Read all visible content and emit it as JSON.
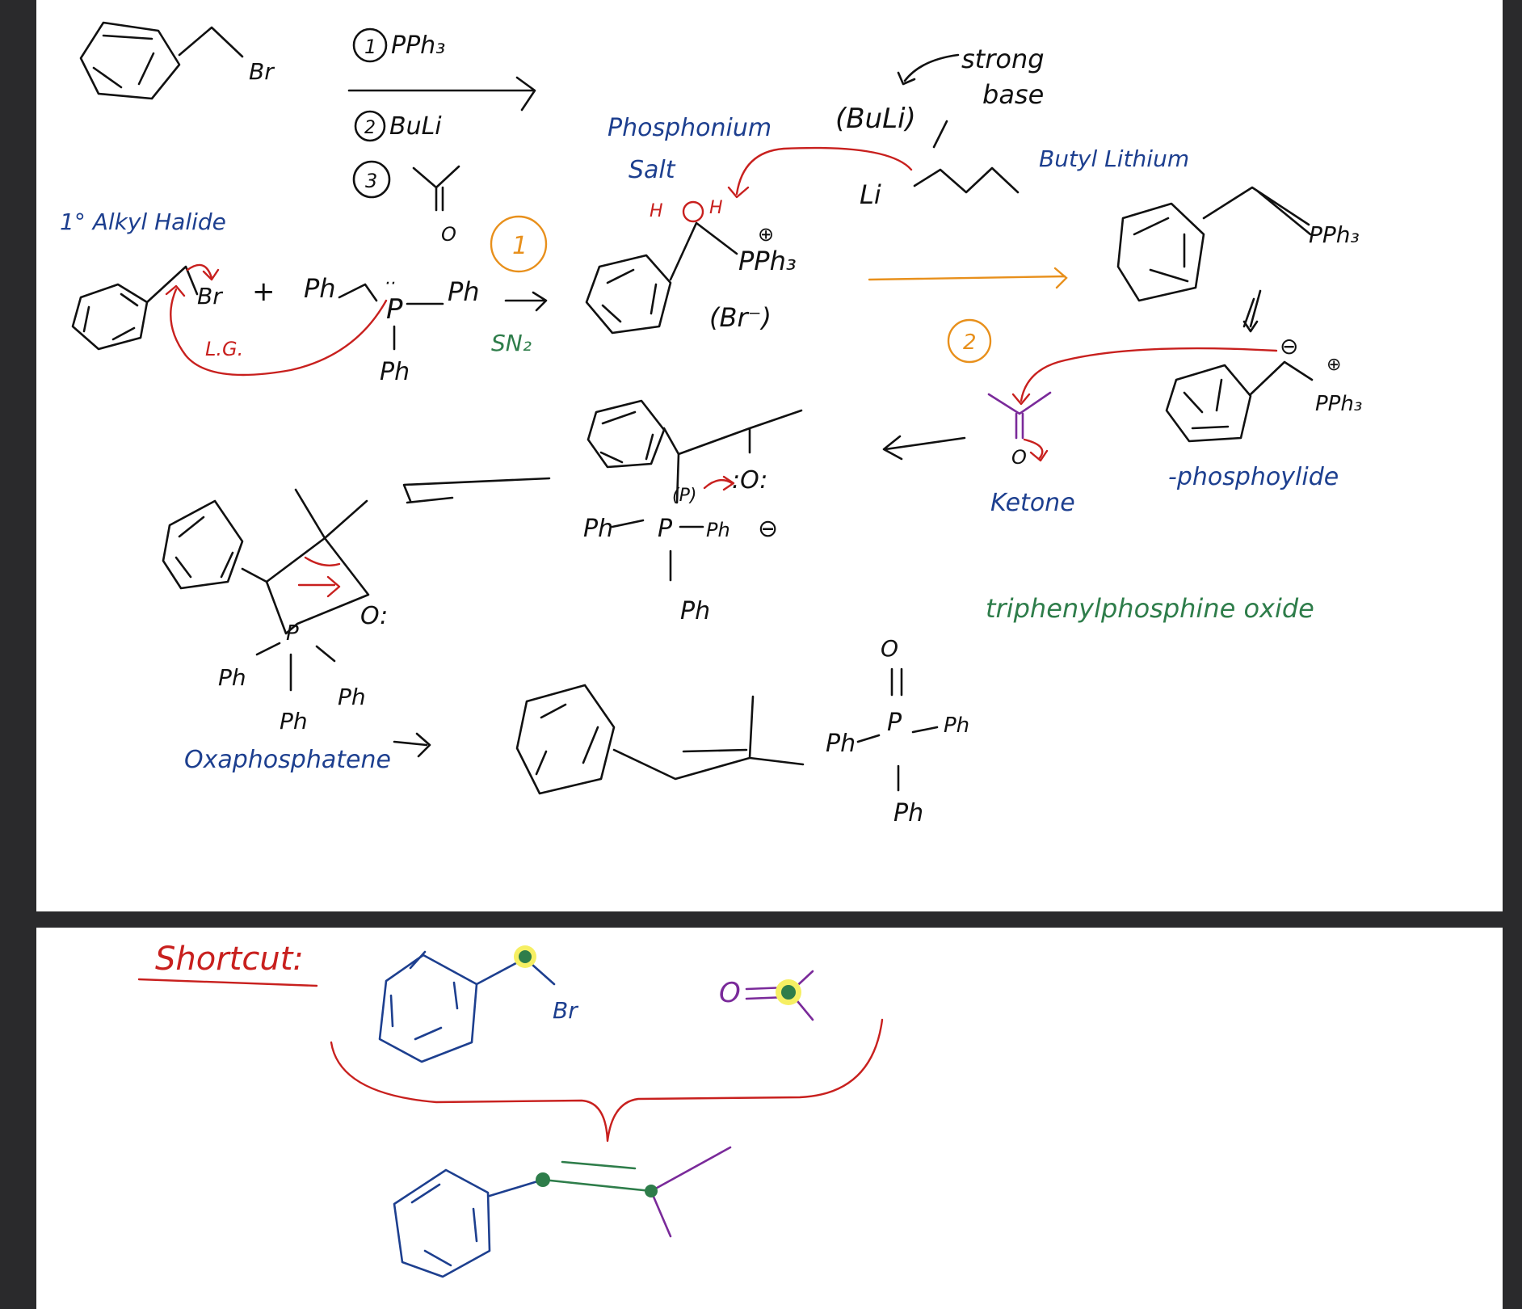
{
  "step1": {
    "reagent1": "PPh₃",
    "reagent2": "BuLi",
    "circle1": "1",
    "circle2": "2",
    "circle3": "3",
    "bromine": "Br",
    "carbonyl_o": "O"
  },
  "strong_base": {
    "label_line1": "strong",
    "label_line2": "base",
    "buli_paren": "(BuLi)",
    "li": "Li",
    "butyl_lithium": "Butyl Lithium"
  },
  "sn2": {
    "alkyl_halide": "1° Alkyl Halide",
    "br": "Br",
    "plus": "+",
    "lg": "L.G.",
    "ph_left": "Ph",
    "p": "P",
    "lone_pair": "··",
    "ph_right": "Ph",
    "ph_bottom": "Ph",
    "arrow_label": "SN₂",
    "step_badge": "1"
  },
  "salt": {
    "label_line1": "Phosphonium",
    "label_line2": "Salt",
    "h_left": "H",
    "h_right": "H",
    "plus": "⊕",
    "pph3": "PPh₃",
    "counterion": "(Br⁻)"
  },
  "ylide": {
    "pph3_top": "PPh₃",
    "badge": "2",
    "minus": "⊖",
    "plus": "⊕",
    "pph3_bottom": "PPh₃",
    "name": "-phosphoylide"
  },
  "ketone": {
    "o": "O",
    "name": "Ketone"
  },
  "betaine": {
    "o": ":O:",
    "o_minus": "⊖",
    "ph_left": "Ph",
    "p": "P",
    "ph_right": "Ph",
    "ph_bottom": "Ph",
    "p_plus": "(P)"
  },
  "oxaphosphetane": {
    "o": "O:",
    "p": "P",
    "ph_left": "Ph",
    "ph_bottom": "Ph",
    "ph_right": "Ph",
    "name": "Oxaphosphatene"
  },
  "product": {
    "tppo_name": "triphenylphosphine oxide",
    "o_top": "O",
    "ph_left": "Ph",
    "p": "P",
    "ph_right": "Ph",
    "ph_bottom": "Ph"
  },
  "shortcut": {
    "title": "Shortcut:",
    "br": "Br",
    "o": "O"
  },
  "colors": {
    "ink": "#111111",
    "navy": "#1d3f8f",
    "red": "#c8201e",
    "orange": "#e8901c",
    "purple": "#7a2a9a",
    "green": "#2e7d4a",
    "highlight": "#f6ef63"
  }
}
